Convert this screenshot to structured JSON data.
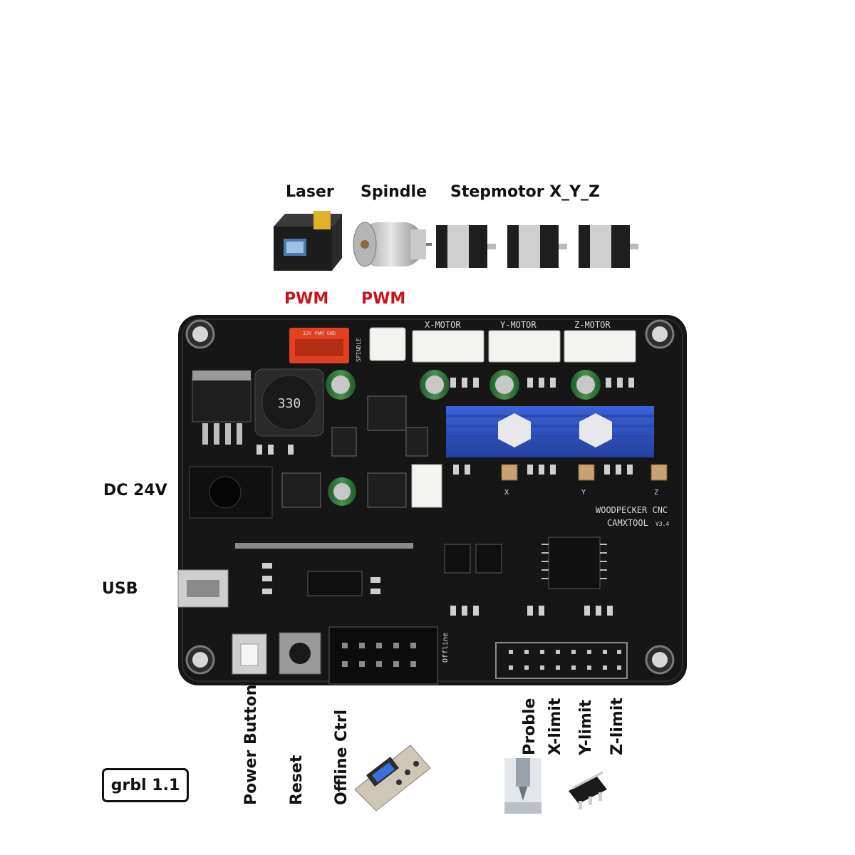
{
  "top_labels": {
    "laser": "Laser",
    "spindle": "Spindle",
    "stepmotor": "Stepmotor X_Y_Z",
    "laser_pwm": "PWM",
    "spindle_pwm": "PWM"
  },
  "left_labels": {
    "dc": "DC 24V",
    "usb": "USB"
  },
  "bottom_labels": {
    "power_button": "Power Button",
    "reset": "Reset",
    "offline_ctrl": "Offline Ctrl",
    "probe": "Proble",
    "x_limit": "X-limit",
    "y_limit": "Y-limit",
    "z_limit": "Z-limit"
  },
  "firmware": "grbl 1.1",
  "board_silkscreen": {
    "x_motor": "X-MOTOR",
    "y_motor": "Y-MOTOR",
    "z_motor": "Z-MOTOR",
    "brand": "WOODPECKER CNC",
    "maker": "CAMXTOOL",
    "version": "V3.4",
    "offline": "Offline",
    "laser_header": "12V PWM GND",
    "spindle_side": "SPINDLE",
    "inductor": "330",
    "pot_x": "X",
    "pot_y": "Y",
    "pot_z": "Z"
  },
  "colors": {
    "pwm": "#c8141e",
    "board": "#161616",
    "heatsink": "#2d4fc4",
    "laser_connector": "#e2401f"
  }
}
